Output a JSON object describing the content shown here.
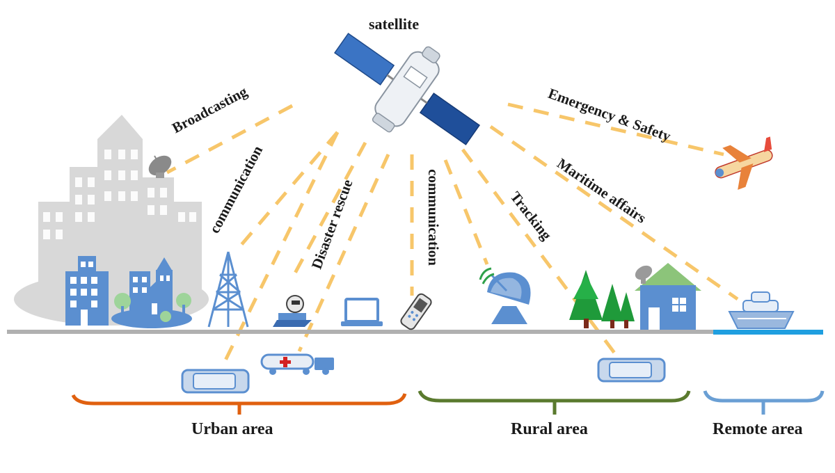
{
  "title": "satellite",
  "links": [
    {
      "id": "broadcasting",
      "label": "Broadcasting"
    },
    {
      "id": "communication_left",
      "label": "communication"
    },
    {
      "id": "disaster_rescue",
      "label": "Disaster rescue"
    },
    {
      "id": "communication_center",
      "label": "communication"
    },
    {
      "id": "tracking",
      "label": "Tracking"
    },
    {
      "id": "maritime",
      "label": "Maritime affairs"
    },
    {
      "id": "emergency",
      "label": "Emergency & Safety"
    }
  ],
  "areas": [
    {
      "id": "urban",
      "label": "Urban area",
      "color": "#e0600f"
    },
    {
      "id": "rural",
      "label": "Rural area",
      "color": "#5a7a2e"
    },
    {
      "id": "remote",
      "label": "Remote area",
      "color": "#6a9fd4"
    }
  ],
  "colors": {
    "link_dash": "#f7c66a",
    "icon_blue": "#5b8fd0",
    "building_gray": "#d8d8d8",
    "ground": "#b0b0b0",
    "sea": "#1f9fe0",
    "tree_green": "#1f9a3a",
    "roof_green": "#8cc47a"
  },
  "icons": [
    "satellite-icon",
    "city-skyline-icon",
    "office-building-icon",
    "town-icon",
    "satellite-dish-icon",
    "radio-tower-icon",
    "laptop-icon",
    "handheld-terminal-icon",
    "phone-icon",
    "ambulance-truck-icon",
    "car-icon",
    "dish-antenna-icon",
    "trees-icon",
    "house-icon",
    "ship-icon",
    "airplane-icon"
  ]
}
